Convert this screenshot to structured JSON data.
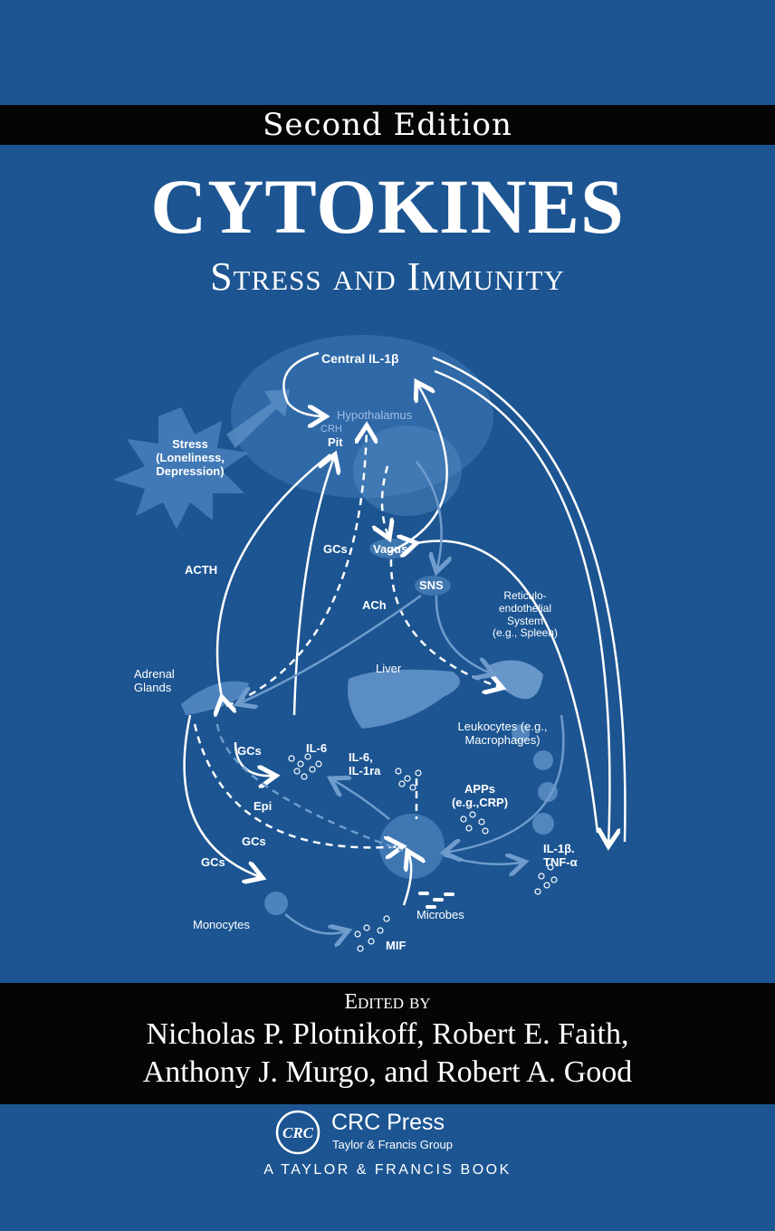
{
  "cover": {
    "edition": "Second Edition",
    "title": "Cytokines",
    "subtitle": "Stress and Immunity",
    "edited_by": "Edited by",
    "authors_line1": "Nicholas P. Plotnikoff, Robert E. Faith,",
    "authors_line2": "Anthony J. Murgo, and Robert A. Good"
  },
  "diagram": {
    "labels": {
      "central_il1b": "Central IL-1β",
      "hypothalamus": "Hypothalamus",
      "crh": "CRH",
      "pit": "Pit",
      "stress": "Stress",
      "stress_sub1": "(Loneliness,",
      "stress_sub2": "Depression)",
      "acth": "ACTH",
      "gcs_top": "GCs",
      "vagus": "Vagus",
      "sns": "SNS",
      "ach": "ACh",
      "res1": "Reticulo-",
      "res2": "endothelial",
      "res3": "System",
      "res4": "(e.g., Spleen)",
      "adrenal1": "Adrenal",
      "adrenal2": "Glands",
      "liver": "Liver",
      "leuk1": "Leukocytes (e.g.,",
      "leuk2": "Macrophages)",
      "gcs_mid": "GCs",
      "il6": "IL-6",
      "il6b": "IL-6,",
      "il1ra": "IL-1ra",
      "apps": "APPs",
      "crp": "(e.g.,CRP)",
      "epi": "Epi",
      "gcs_low": "GCs",
      "gcs_left": "GCs",
      "il1b": "IL-1β.",
      "tnfa": "TNF-α",
      "microbes": "Microbes",
      "monocytes": "Monocytes",
      "mif": "MIF"
    }
  },
  "publisher": {
    "logo_text": "CRC",
    "name": "CRC Press",
    "group": "Taylor & Francis Group",
    "tagline": "A TAYLOR & FRANCIS BOOK"
  },
  "colors": {
    "background": "#1c5592",
    "band": "#050505",
    "diagram": "#ffffff"
  }
}
